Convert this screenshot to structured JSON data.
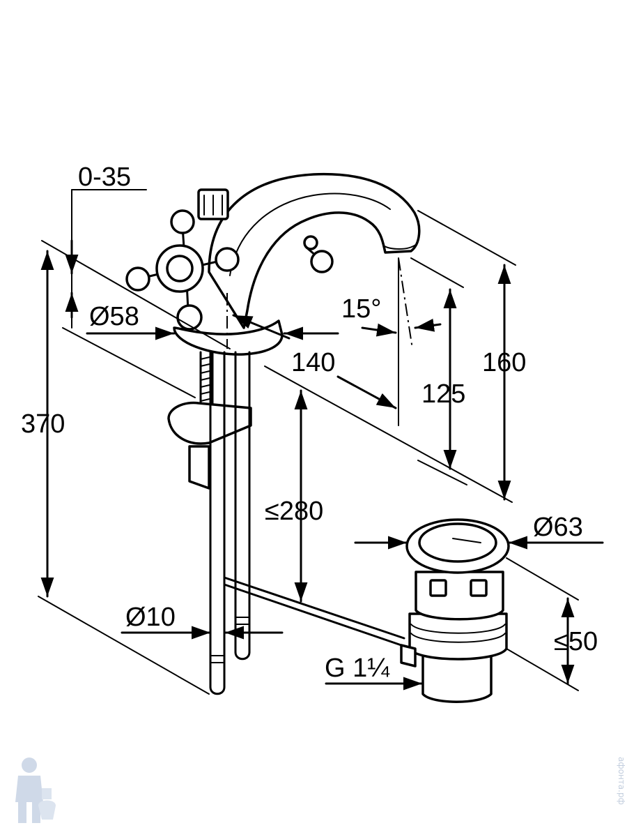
{
  "dimensions": {
    "projection": "0-35",
    "handle_diameter": "Ø58",
    "total_height": "370",
    "reach": "140",
    "swivel_angle": "15°",
    "spout_height": "125",
    "overall_height": "160",
    "shank_length": "≤280",
    "waste_diameter": "Ø63",
    "rod_diameter": "Ø10",
    "waste_height": "≤50",
    "waste_thread": "G 1¼"
  },
  "watermark": {
    "text": "афонта.рф",
    "icon": "plumber-mascot-icon"
  }
}
